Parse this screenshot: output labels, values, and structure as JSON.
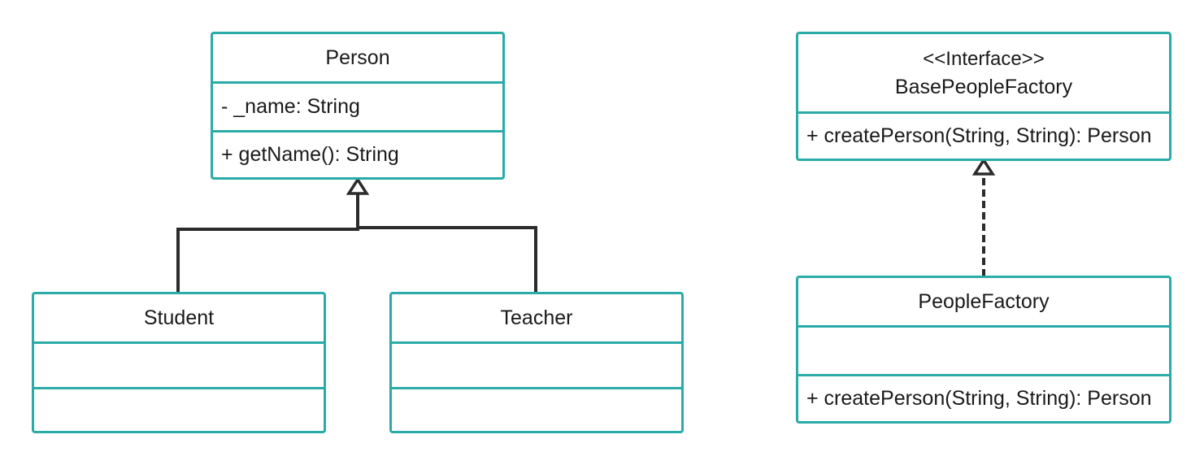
{
  "classes": {
    "person": {
      "name": "Person",
      "attributes": [
        "- _name: String"
      ],
      "methods": [
        "+ getName(): String"
      ]
    },
    "student": {
      "name": "Student",
      "attributes": [],
      "methods": []
    },
    "teacher": {
      "name": "Teacher",
      "attributes": [],
      "methods": []
    },
    "base_people_factory": {
      "stereotype": "<<Interface>>",
      "name": "BasePeopleFactory",
      "methods": [
        "+ createPerson(String, String): Person"
      ]
    },
    "people_factory": {
      "name": "PeopleFactory",
      "attributes": [],
      "methods": [
        "+ createPerson(String, String): Person"
      ]
    }
  },
  "relations": [
    {
      "type": "inheritance",
      "from": "Student",
      "to": "Person"
    },
    {
      "type": "inheritance",
      "from": "Teacher",
      "to": "Person"
    },
    {
      "type": "realization",
      "from": "PeopleFactory",
      "to": "BasePeopleFactory"
    }
  ],
  "colors": {
    "class_border": "#2aaba8",
    "edge": "#2b2b2b",
    "text": "#1a1a1a"
  }
}
